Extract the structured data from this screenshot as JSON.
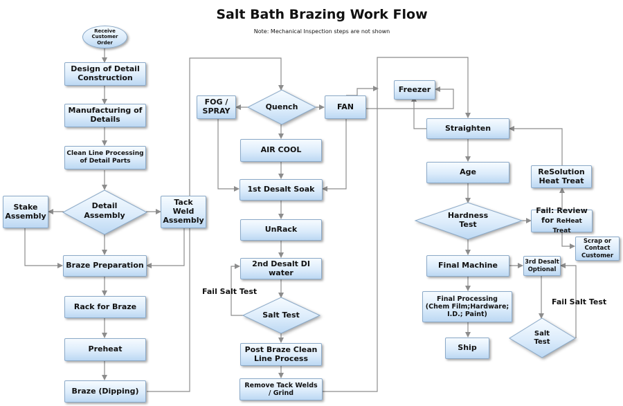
{
  "title": "Salt Bath Brazing Work Flow",
  "note": "Note: Mechanical Inspection steps are not shown",
  "nodes": {
    "receive": "Receive\nCustomer\nOrder",
    "design": "Design of Detail\nConstruction",
    "manufacturing": "Manufacturing of\nDetails",
    "clean_line": "Clean Line Processing\nof Detail Parts",
    "detail_assembly": "Detail\nAssembly",
    "stake": "Stake\nAssembly",
    "tack_weld": "Tack\nWeld\nAssembly",
    "braze_prep": "Braze Preparation",
    "rack": "Rack for Braze",
    "preheat": "Preheat",
    "braze": "Braze (Dipping)",
    "fog": "FOG /\nSPRAY",
    "quench": "Quench",
    "fan": "FAN",
    "air_cool": "AIR COOL",
    "desalt1": "1st Desalt Soak",
    "unrack": "UnRack",
    "desalt2": "2nd Desalt DI\nwater",
    "salt_test": "Salt Test",
    "post_braze": "Post Braze Clean\nLine Process",
    "remove_tack": "Remove Tack Welds\n/ Grind",
    "freezer": "Freezer",
    "straighten": "Straighten",
    "age": "Age",
    "resolution": "ReSolution\nHeat Treat",
    "hardness": "Hardness\nTest",
    "fail_review_line1": "Fail: Review",
    "fail_review_for": "for",
    "fail_review_reheat": "ReHeat Treat",
    "scrap": "Scrap or\nContact\nCustomer",
    "final_machine": "Final Machine",
    "desalt3": "3rd Desalt\nOptional",
    "final_processing": "Final Processing\n(Chem Film;Hardware;\nI.D.; Paint)",
    "ship": "Ship",
    "salt_test2": "Salt\nTest"
  },
  "labels": {
    "fail_salt_test_left": "Fail Salt Test",
    "fail_salt_test_right": "Fail Salt Test"
  },
  "colors": {
    "box_top": "#f6fbff",
    "box_bottom": "#bcd8f3",
    "border": "#8aa9c8",
    "connector": "#8c8c8c"
  }
}
